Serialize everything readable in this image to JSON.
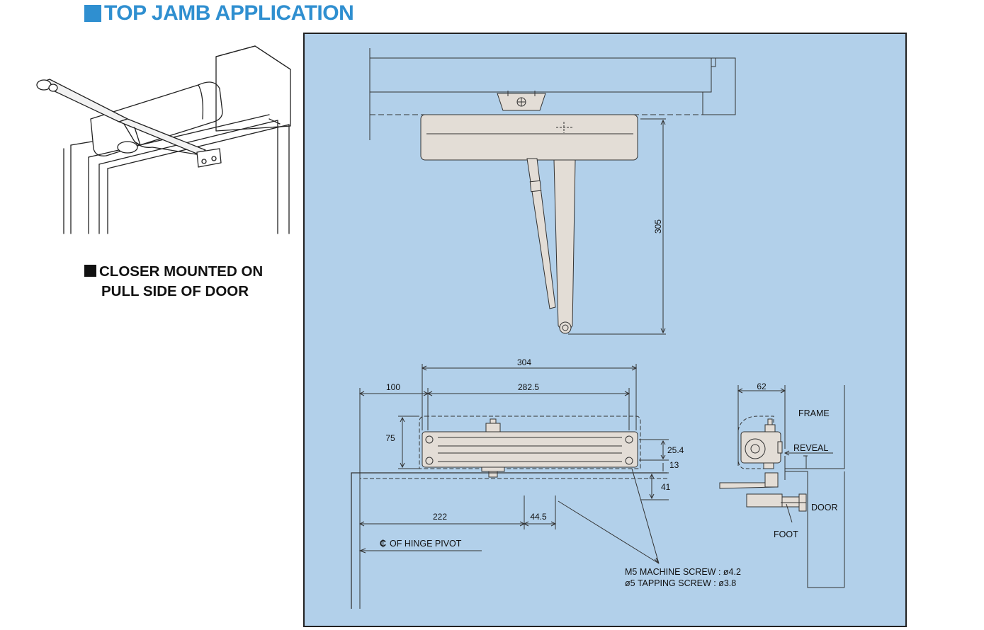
{
  "header": {
    "title": "TOP JAMB APPLICATION"
  },
  "caption": {
    "line1": "CLOSER MOUNTED ON",
    "line2": "PULL SIDE OF DOOR"
  },
  "dimensions": {
    "d305": "305",
    "d304": "304",
    "d282_5": "282.5",
    "d100": "100",
    "d75": "75",
    "d25_4": "25.4",
    "d13": "13",
    "d41": "41",
    "d222": "222",
    "d44_5": "44.5",
    "d62": "62"
  },
  "labels": {
    "hinge_pivot": "OF HINGE PIVOT",
    "hinge_symbol": "₵",
    "screw_line1": "M5 MACHINE SCREW : ø4.2",
    "screw_line2": "ø5 TAPPING SCREW : ø3.8",
    "frame": "FRAME",
    "reveal": "REVEAL",
    "door": "DOOR",
    "foot": "FOOT"
  },
  "colors": {
    "title": "#2f8fd0",
    "panel_bg": "#b2d0ea",
    "part_fill": "#e3ddd6"
  }
}
